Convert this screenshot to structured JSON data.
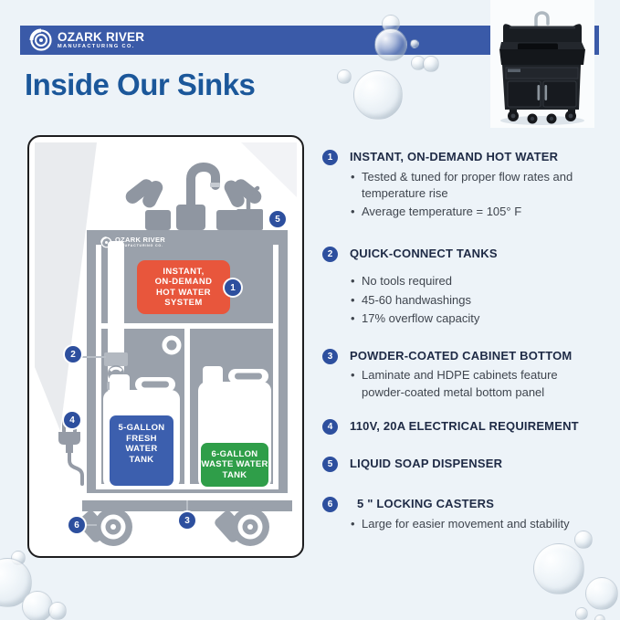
{
  "header": {
    "logo_line1": "OZARK RIVER",
    "logo_line2": "MANUFACTURING CO."
  },
  "title": "Inside Our Sinks",
  "diagram": {
    "cabinet_logo_line1": "OZARK RIVER",
    "cabinet_logo_line2": "MANUFACTURING CO.",
    "hot_water_box": {
      "lines": [
        "INSTANT,",
        "ON-DEMAND",
        "HOT WATER",
        "SYSTEM"
      ]
    },
    "fresh_tank": {
      "lines": [
        "5-GALLON",
        "FRESH WATER",
        "TANK"
      ]
    },
    "waste_tank": {
      "lines": [
        "6-GALLON",
        "WASTE WATER",
        "TANK"
      ]
    },
    "badges": {
      "b1": "1",
      "b2": "2",
      "b3": "3",
      "b4": "4",
      "b5": "5",
      "b6": "6"
    }
  },
  "features": [
    {
      "num": "1",
      "heading": "INSTANT, ON-DEMAND HOT WATER",
      "bullets": [
        "Tested & tuned for proper flow rates and temperature rise",
        "Average temperature = 105° F"
      ]
    },
    {
      "num": "2",
      "heading": "QUICK-CONNECT TANKS",
      "bullets": [
        "No tools required",
        "45-60 handwashings",
        "17% overflow capacity"
      ]
    },
    {
      "num": "3",
      "heading": "POWDER-COATED CABINET BOTTOM",
      "bullets": [
        "Laminate and HDPE cabinets feature powder-coated metal bottom panel"
      ]
    },
    {
      "num": "4",
      "heading": "110V, 20A ELECTRICAL REQUIREMENT",
      "bullets": []
    },
    {
      "num": "5",
      "heading": "LIQUID SOAP DISPENSER",
      "bullets": []
    },
    {
      "num": "6",
      "heading": "5 \" LOCKING CASTERS",
      "bullets": [
        "Large for easier movement and stability"
      ]
    }
  ],
  "colors": {
    "header_bar": "#3a5aa8",
    "title": "#1b579a",
    "badge_blue": "#2d4f9e",
    "hot_water_orange": "#e8563c",
    "fresh_tank_blue": "#3c5fae",
    "waste_tank_green": "#2f9e49",
    "cabinet_gray": "#9aa1ab",
    "background": "#edf3f8"
  }
}
